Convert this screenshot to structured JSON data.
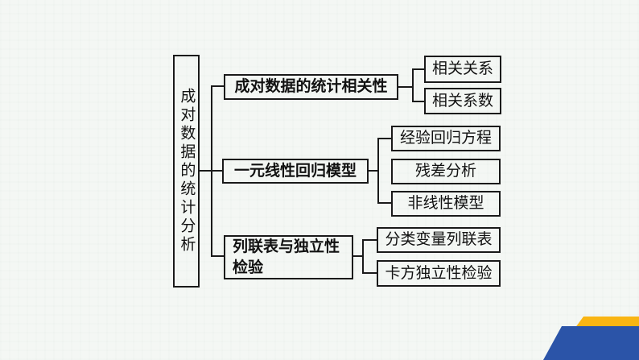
{
  "diagram": {
    "root": {
      "label": "成对数据的统计分析"
    },
    "branches": [
      {
        "label": "成对数据的统计相关性",
        "children": [
          {
            "label": "相关关系"
          },
          {
            "label": "相关系数"
          }
        ]
      },
      {
        "label": "一元线性回归模型",
        "children": [
          {
            "label": "经验回归方程"
          },
          {
            "label": "残差分析"
          },
          {
            "label": "非线性模型"
          }
        ]
      },
      {
        "label": "列联表与独立性检验",
        "children": [
          {
            "label": "分类变量列联表"
          },
          {
            "label": "卡方独立性检验"
          }
        ]
      }
    ]
  },
  "decoration": {
    "corner_blue_hex": "#2b54a8",
    "corner_yellow_hex": "#f9b513"
  },
  "colors": {
    "background": "#f4f7f4",
    "line": "#1a1a1a",
    "text": "#111111"
  }
}
